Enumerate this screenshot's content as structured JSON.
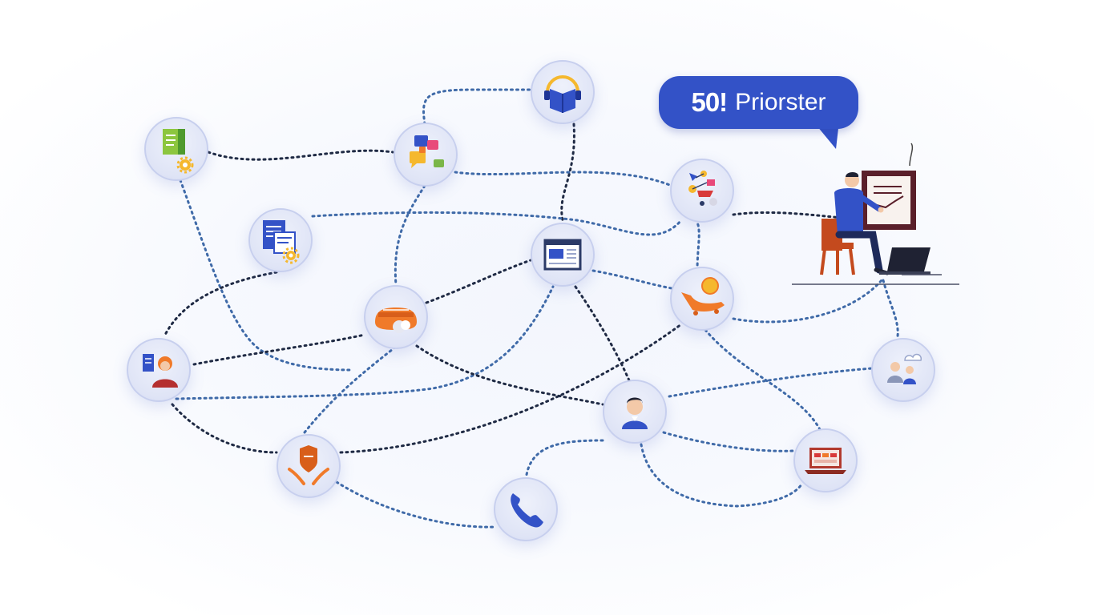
{
  "callout": {
    "number": "50!",
    "word": "Priorster",
    "color": "#3352c7"
  },
  "nodes": [
    {
      "id": "document-gear",
      "icon": "document-gear-icon"
    },
    {
      "id": "chat",
      "icon": "chat-bubbles-icon"
    },
    {
      "id": "support",
      "icon": "headset-book-icon"
    },
    {
      "id": "report",
      "icon": "report-gear-icon"
    },
    {
      "id": "browser",
      "icon": "browser-window-icon"
    },
    {
      "id": "network",
      "icon": "network-shapes-icon"
    },
    {
      "id": "cloud-tasks",
      "icon": "cloud-tasks-icon"
    },
    {
      "id": "delivery",
      "icon": "delivery-icon"
    },
    {
      "id": "agent",
      "icon": "support-agent-icon"
    },
    {
      "id": "user",
      "icon": "user-avatar-icon"
    },
    {
      "id": "team-cloud",
      "icon": "team-cloud-icon"
    },
    {
      "id": "protection",
      "icon": "shield-hands-icon"
    },
    {
      "id": "phone",
      "icon": "phone-icon"
    },
    {
      "id": "laptop",
      "icon": "laptop-dashboard-icon"
    }
  ],
  "illustration": "person-at-desk-icon",
  "colors": {
    "link_dark": "#1f2a44",
    "link_blue": "#3f6aa8",
    "node_fill": "#dfe4f6",
    "icon_blue": "#3352c7",
    "icon_orange": "#f07a2a"
  }
}
